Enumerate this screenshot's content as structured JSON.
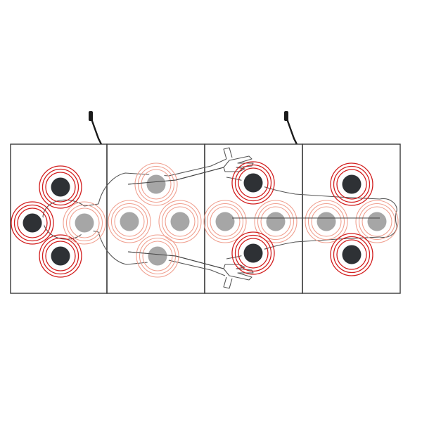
{
  "diagram": {
    "panel_count": 4,
    "cable_count": 2,
    "heat_zone_count": 16,
    "colors": {
      "background": "#ffffff",
      "panel_border": "#3a3a3a",
      "outer_ring_red": "#d21e1e",
      "outer_ring_pink": "#f0a090",
      "inner_dark": "#2e3135",
      "inner_light": "#a6a6a6",
      "body_outline": "#444444",
      "cable": "#1a1a1a"
    },
    "icons": [
      "cable-plug-icon",
      "heat-zone-icon",
      "body-outline-icon"
    ]
  }
}
